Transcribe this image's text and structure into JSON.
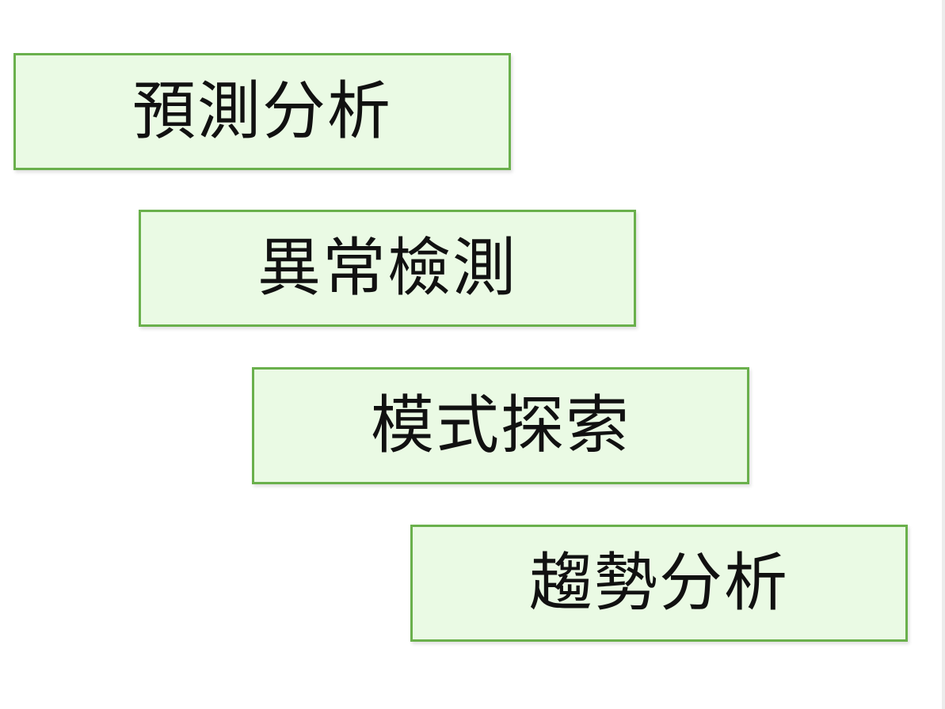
{
  "steps": [
    {
      "label": "預測分析"
    },
    {
      "label": "異常檢測"
    },
    {
      "label": "模式探索"
    },
    {
      "label": "趨勢分析"
    }
  ],
  "colors": {
    "box_border": "#6ab04c",
    "box_fill": "#eafae4",
    "text": "#111111",
    "background": "#ffffff"
  }
}
